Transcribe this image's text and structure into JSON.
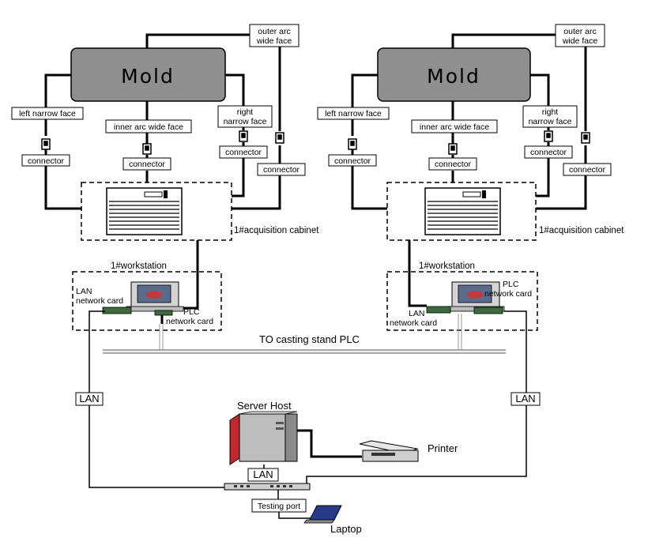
{
  "mold": "Mold",
  "outer_arc_line1": "outer arc",
  "outer_arc_line2": "wide face",
  "left_narrow": "left narrow face",
  "inner_arc": "inner arc wide face",
  "right_narrow_line1": "right",
  "right_narrow_line2": "narrow face",
  "connector": "connector",
  "cabinet": "1#acquisition cabinet",
  "workstation": "1#workstation",
  "lan_card_line1": "LAN",
  "lan_card_line2": "network card",
  "plc_card_line1": "PLC",
  "plc_card_line2": "network card",
  "plc_bus": "TO casting stand PLC",
  "lan": "LAN",
  "server": "Server Host",
  "printer": "Printer",
  "testing_port": "Testing port",
  "laptop": "Laptop",
  "colors": {
    "mold_fill": "#8f8f8f",
    "cable": "#000000",
    "server_red": "#c0282d",
    "laptop_screen": "#2a3a8a"
  }
}
